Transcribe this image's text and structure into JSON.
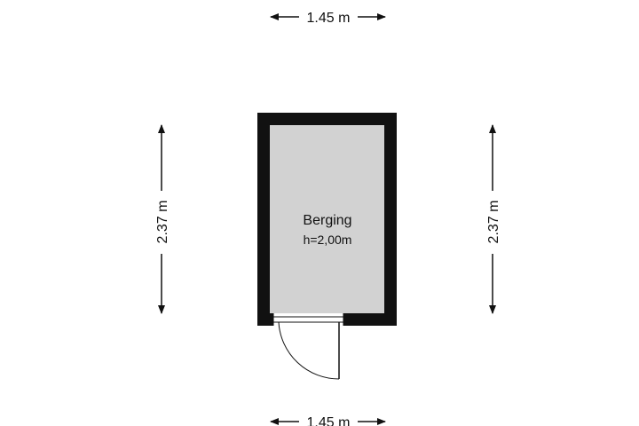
{
  "room": {
    "name": "Berging",
    "height_label": "h=2,00m",
    "fill_color": "#d2d2d2",
    "wall_color": "#111111"
  },
  "dimensions": {
    "top_width": "1.45 m",
    "bottom_width": "1.45 m",
    "left_height": "2.37 m",
    "right_height": "2.37 m"
  }
}
